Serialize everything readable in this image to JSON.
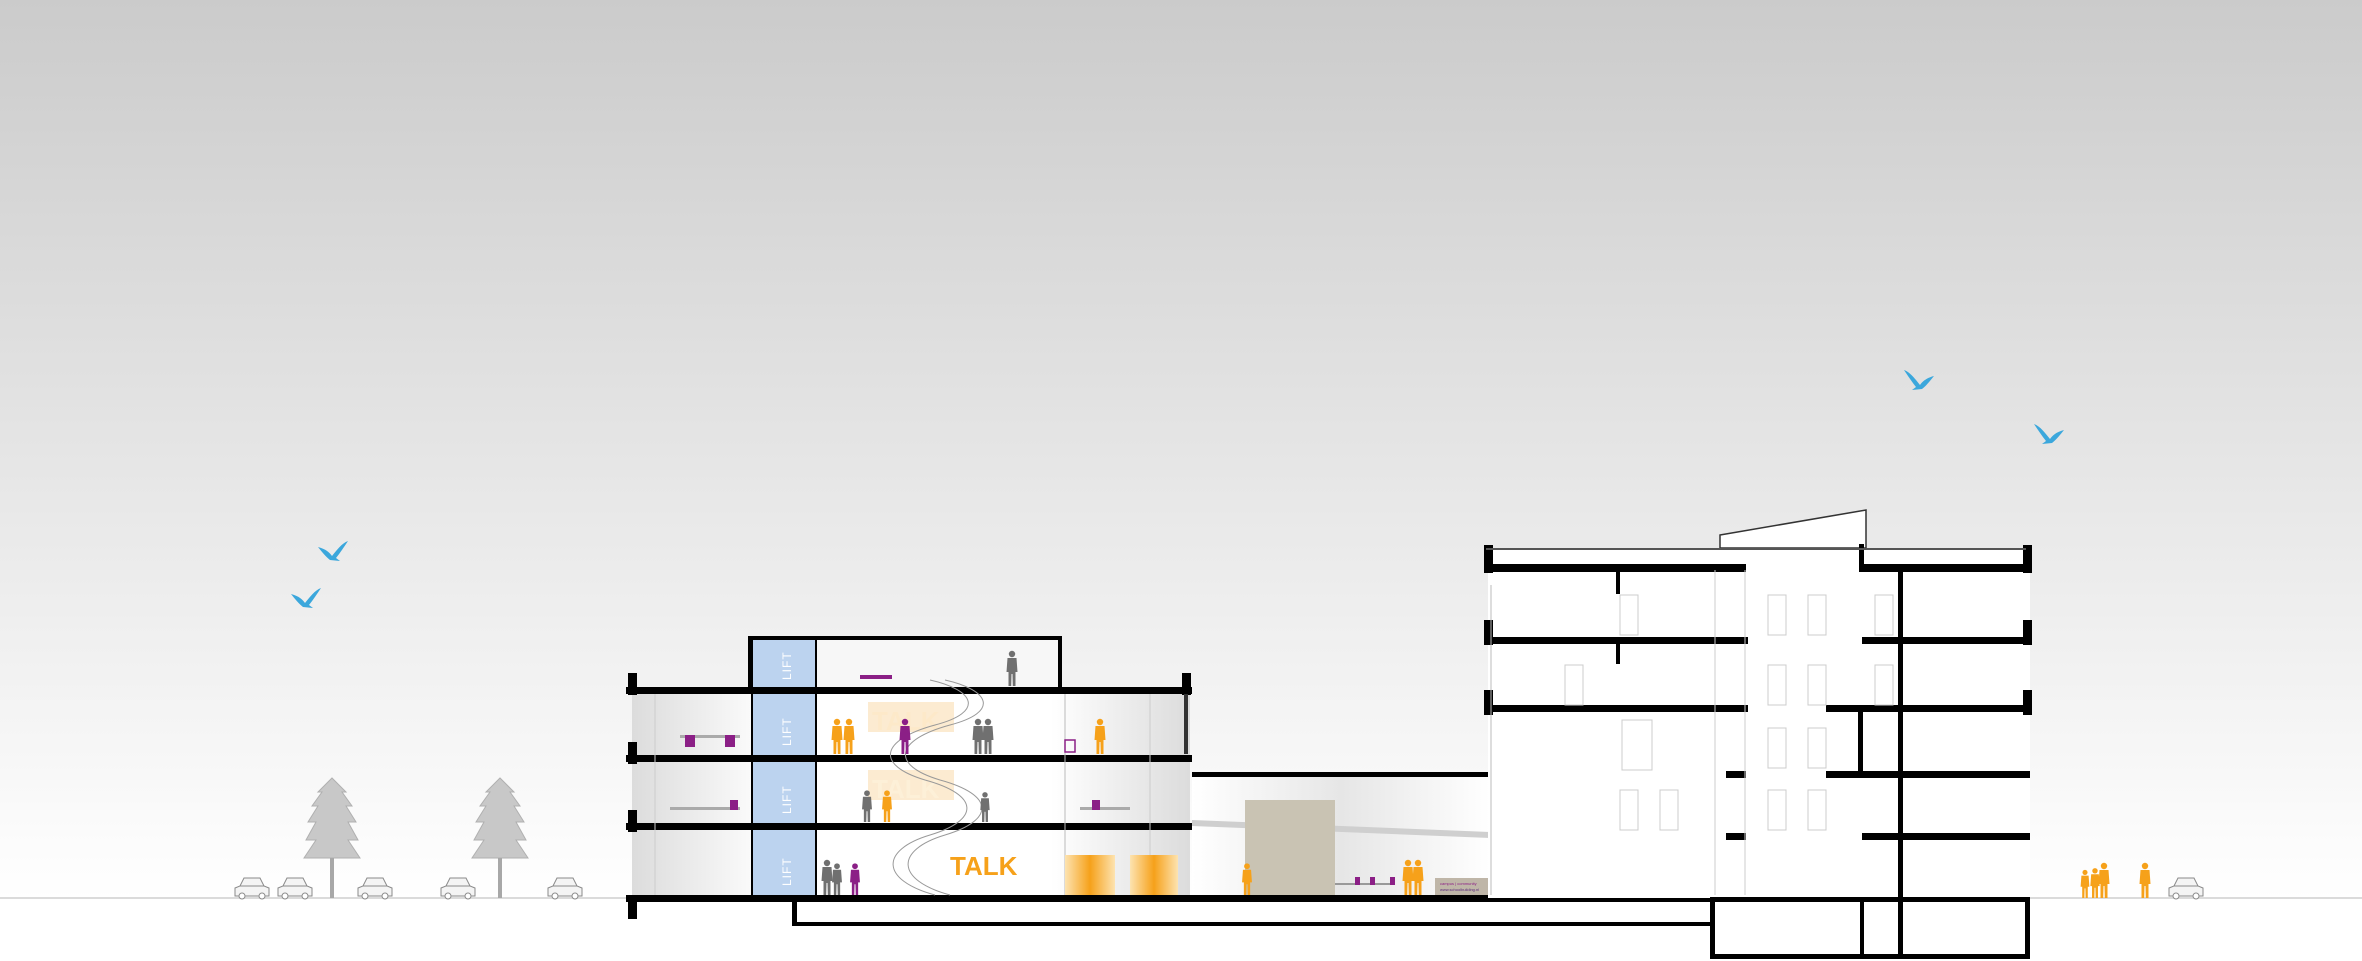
{
  "labels": {
    "lift": "LIFT",
    "talk": "TALK"
  },
  "sign": {
    "line1": "campus | community",
    "line2": "www.schoolbuilding.nl"
  },
  "colors": {
    "sky_top": "#cbcbcb",
    "sky_bottom": "#ffffff",
    "lift": "#bcd3ef",
    "accent_orange": "#f6a11a",
    "accent_purple": "#8b1f86",
    "people_grey": "#707070",
    "bird_blue": "#3ba7dc",
    "wall": "#000000",
    "tree_grey": "#c8c8c8"
  },
  "icons": [
    "bird-icon",
    "tree-icon",
    "car-icon",
    "person-icon",
    "stair-icon",
    "table-icon"
  ]
}
